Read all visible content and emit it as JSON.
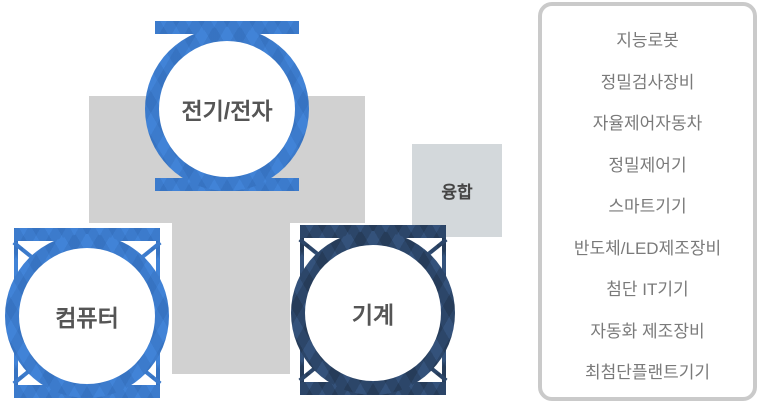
{
  "diagram": {
    "nodes": [
      {
        "id": "electric-electronics",
        "label": "전기/전자"
      },
      {
        "id": "computer",
        "label": "컴퓨터"
      },
      {
        "id": "machine",
        "label": "기계"
      }
    ],
    "fusion": {
      "label": "융합"
    },
    "colors": {
      "light_blue": "#4183d7",
      "navy": "#34527b",
      "gray_connector": "#d1d1d1",
      "fusion_bg": "#d3d8db",
      "panel_border": "#cacaca"
    }
  },
  "panel": {
    "items": [
      "지능로봇",
      "정밀검사장비",
      "자율제어자동차",
      "정밀제어기",
      "스마트기기",
      "반도체/LED제조장비",
      "첨단 IT기기",
      "자동화 제조장비",
      "최첨단플랜트기기"
    ]
  }
}
